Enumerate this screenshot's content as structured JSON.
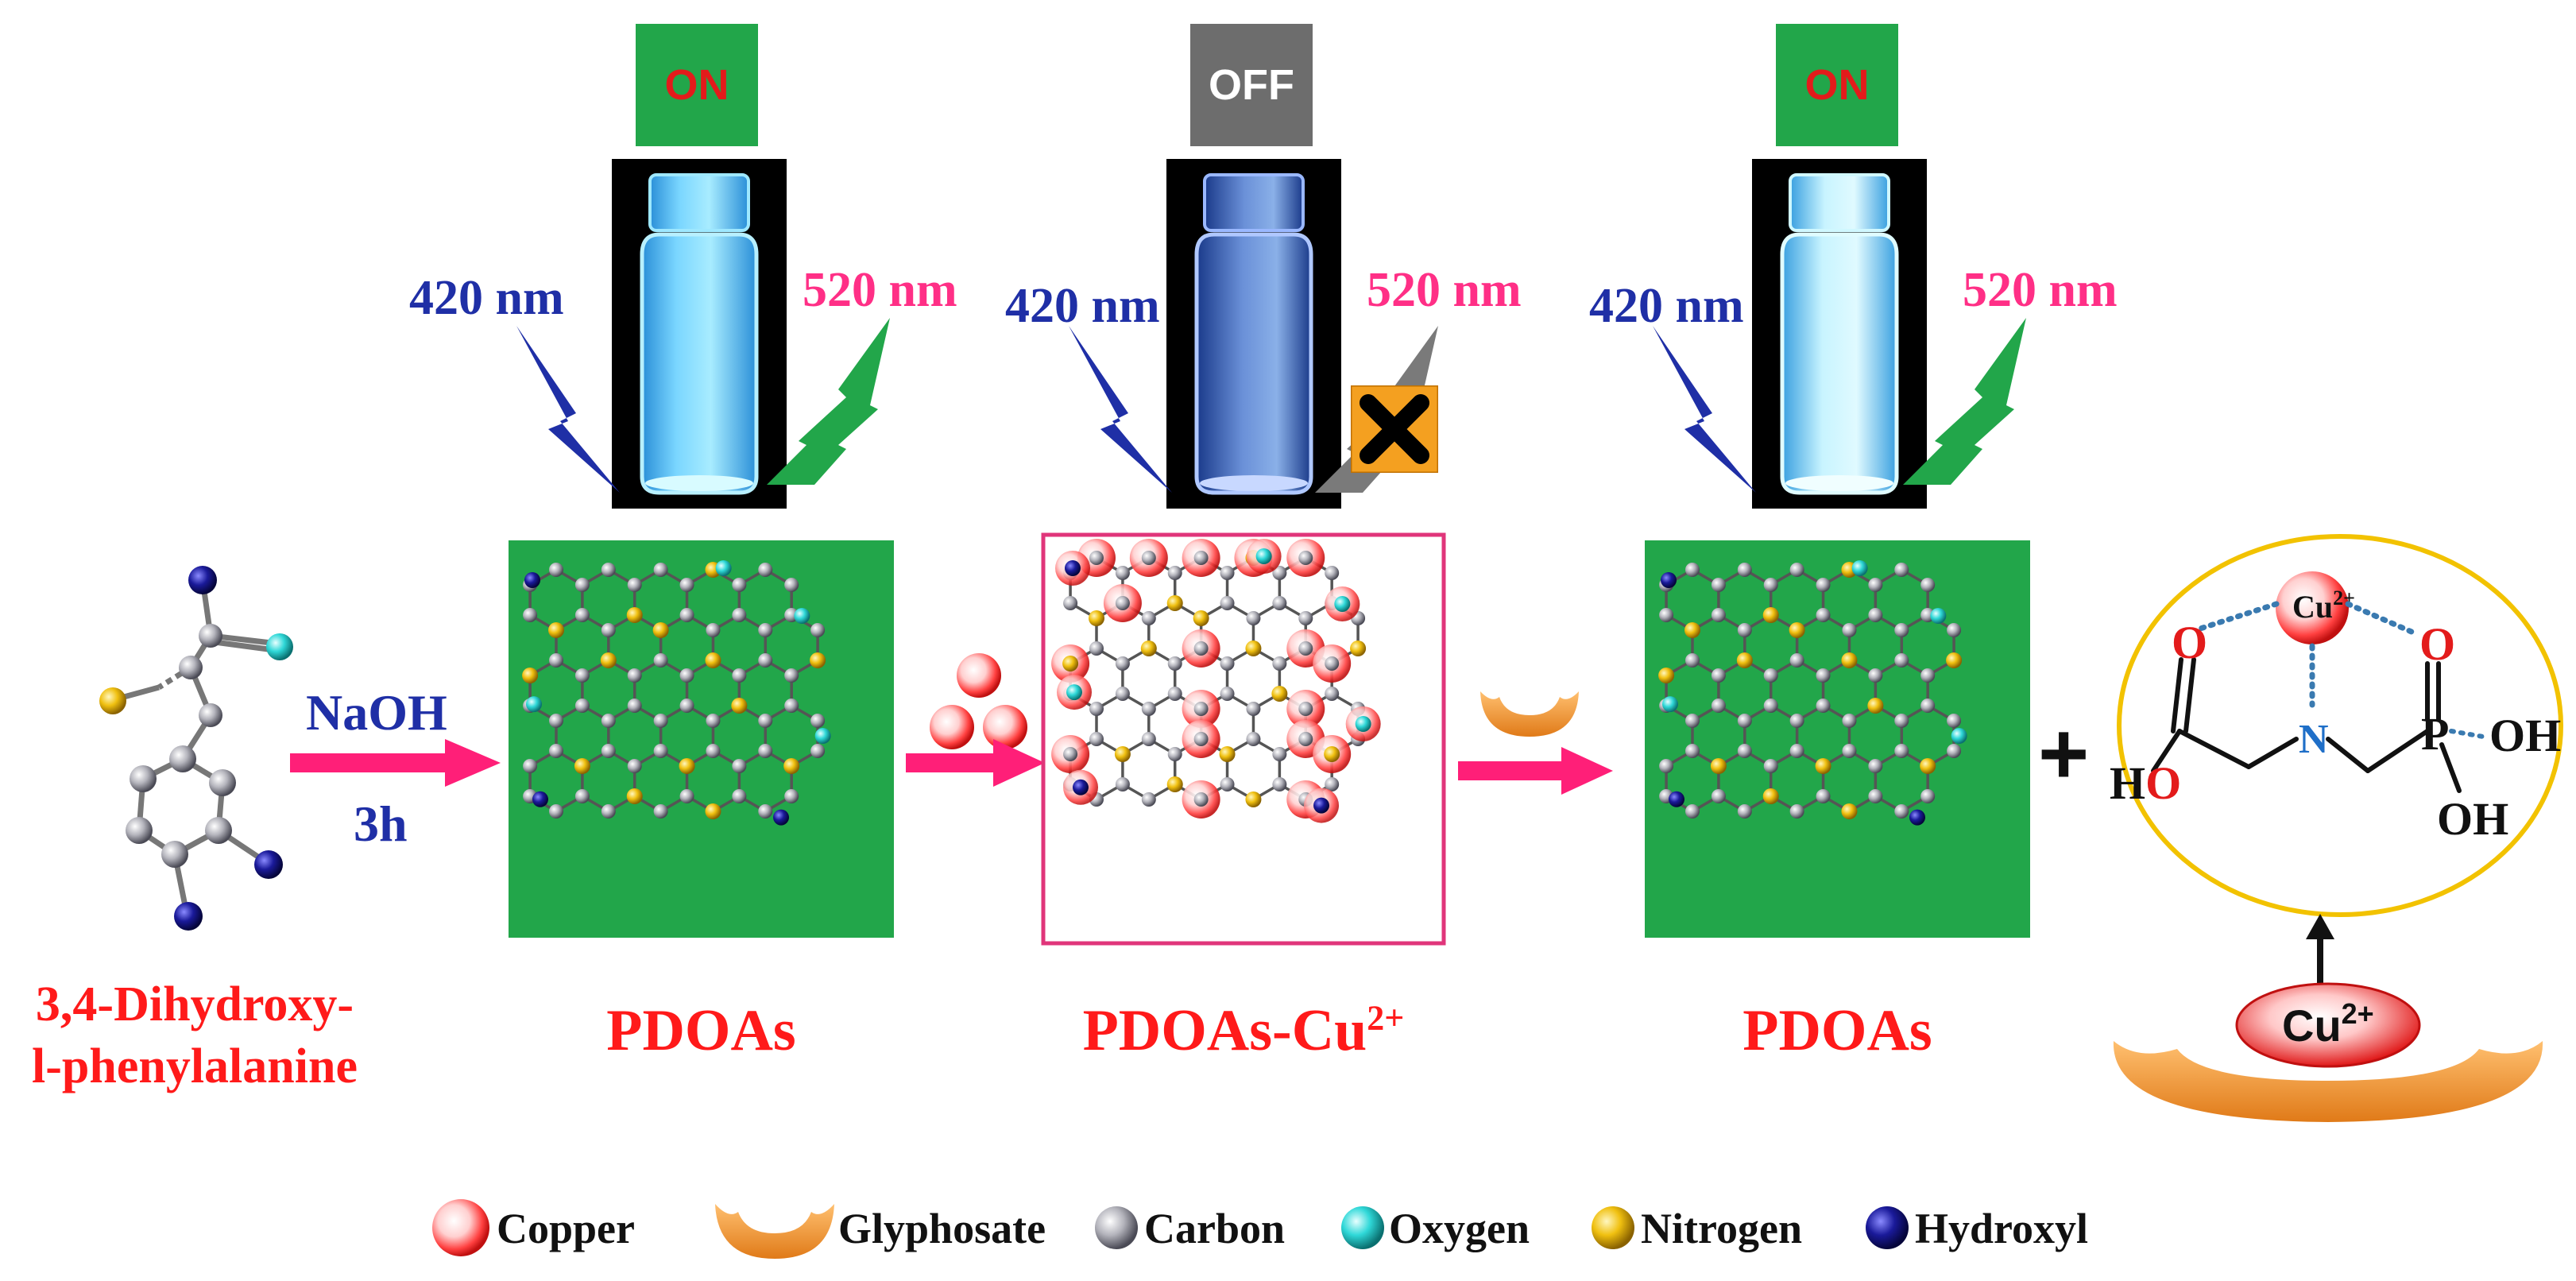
{
  "vials": [
    {
      "status": "ON",
      "excitation": "420 nm",
      "emission": "520 nm"
    },
    {
      "status": "OFF",
      "excitation": "420 nm",
      "emission": "520 nm"
    },
    {
      "status": "ON",
      "excitation": "420 nm",
      "emission": "520 nm"
    }
  ],
  "steps": {
    "precursor_line1": "3,4-Dihydroxy-",
    "precursor_line2": "l-phenylalanine",
    "reagent": "NaOH",
    "time": "3h",
    "product1": "PDOAs",
    "product2_base": "PDOAs-Cu",
    "product2_sup": "2+",
    "product3": "PDOAs",
    "plus": "+"
  },
  "complex": {
    "cu_base": "Cu",
    "cu_sup": "2+",
    "o_left": "O",
    "o_right": "O",
    "n": "N",
    "p": "P",
    "ho_h": "H",
    "ho_o": "O",
    "oh1": "OH",
    "oh2": "OH"
  },
  "bound_cu": {
    "base": "Cu",
    "sup": "2+"
  },
  "legend": [
    "Copper",
    "Glyphosate",
    "Carbon",
    "Oxygen",
    "Nitrogen",
    "Hydroxyl"
  ],
  "colors": {
    "panel_green": "#22a64a",
    "badge_on_text": "#e31b1b",
    "badge_off_bg": "#6d6d6d",
    "excitation": "#1f2fa6",
    "emission": "#ff2f86",
    "arrow": "#ff1f78",
    "copper": "#ff3030",
    "glyphosate": "#f7a040",
    "carbon": "#b0b0b8",
    "oxygen": "#2fd8d8",
    "nitrogen": "#f0c010",
    "hydroxyl": "#1a1a9a",
    "complex_border": "#f2c200"
  }
}
